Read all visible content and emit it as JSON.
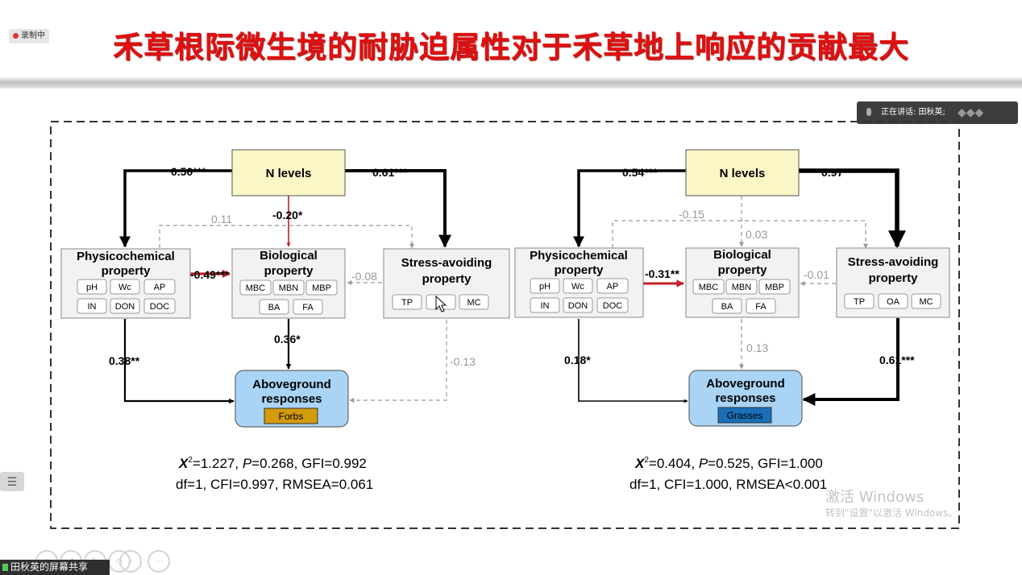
{
  "header": {
    "title": "禾草根际微生境的耐胁迫属性对于禾草地上响应的贡献最大",
    "recording_label": "录制中"
  },
  "speaker_bar": {
    "label": "正在讲话: 田秋英;"
  },
  "screen_share": {
    "label": "田秋英的屏幕共享"
  },
  "watermark": {
    "line1": "激活 Windows",
    "line2": "转到\"设置\"以激活 Windows。"
  },
  "toolbar_icons": [
    "smile-icon",
    "arrow-icon",
    "pen-icon",
    "eraser-icon",
    "zoom-icon",
    "more-icon"
  ],
  "colors": {
    "title": "#e01010",
    "highlight_arrow": "#c0202a",
    "n_box": "#fbf6c6",
    "response_box": "#a9d4f5"
  },
  "left_model": {
    "n_label": "N levels",
    "physico": {
      "title": [
        "Physicochemical",
        "property"
      ],
      "items": [
        "pH",
        "Wc",
        "AP",
        "IN",
        "DON",
        "DOC"
      ]
    },
    "bio": {
      "title": [
        "Biological",
        "property"
      ],
      "items": [
        "MBC",
        "MBN",
        "MBP",
        "BA",
        "FA"
      ]
    },
    "stress": {
      "title": [
        "Stress-avoiding",
        "property"
      ],
      "items": [
        "TP",
        "",
        "MC"
      ]
    },
    "response": {
      "title": [
        "Aboveground",
        "responses"
      ],
      "tag": "Forbs",
      "tag_color": "#d49b0a"
    },
    "paths": {
      "n_to_physico": "0.50***",
      "n_to_stress": "0.61***",
      "n_to_bio": "-0.20*",
      "physico_to_stress": "0.11",
      "physico_to_bio": "-0.49***",
      "stress_to_bio": "-0.08",
      "physico_to_resp": "0.38**",
      "bio_to_resp": "0.36*",
      "stress_to_resp": "-0.13"
    },
    "stats_line1": {
      "chi": "X",
      "sup": "2",
      "a": "=1.227, ",
      "p": "P",
      "b": "=0.268, GFI=0.992"
    },
    "stats_line2": "df=1, CFI=0.997, RMSEA=0.061"
  },
  "right_model": {
    "n_label": "N levels",
    "physico": {
      "title": [
        "Physicochemical",
        "property"
      ],
      "items": [
        "pH",
        "Wc",
        "AP",
        "IN",
        "DON",
        "DOC"
      ]
    },
    "bio": {
      "title": [
        "Biological",
        "property"
      ],
      "items": [
        "MBC",
        "MBN",
        "MBP",
        "BA",
        "FA"
      ]
    },
    "stress": {
      "title": [
        "Stress-avoiding",
        "property"
      ],
      "items": [
        "TP",
        "OA",
        "MC"
      ]
    },
    "response": {
      "title": [
        "Aboveground",
        "responses"
      ],
      "tag": "Grasses",
      "tag_color": "#1b6fb8"
    },
    "paths": {
      "n_to_physico": "0.54***",
      "n_to_stress": "0.97***",
      "n_to_bio": "0.03",
      "physico_to_stress": "-0.15",
      "physico_to_bio": "-0.31**",
      "stress_to_bio": "-0.01",
      "physico_to_resp": "0.18*",
      "bio_to_resp": "0.13",
      "stress_to_resp": "0.61***"
    },
    "stats_line1": {
      "chi": "X",
      "sup": "2",
      "a": "=0.404, ",
      "p": "P",
      "b": "=0.525, GFI=1.000"
    },
    "stats_line2": "df=1, CFI=1.000, RMSEA<0.001"
  }
}
